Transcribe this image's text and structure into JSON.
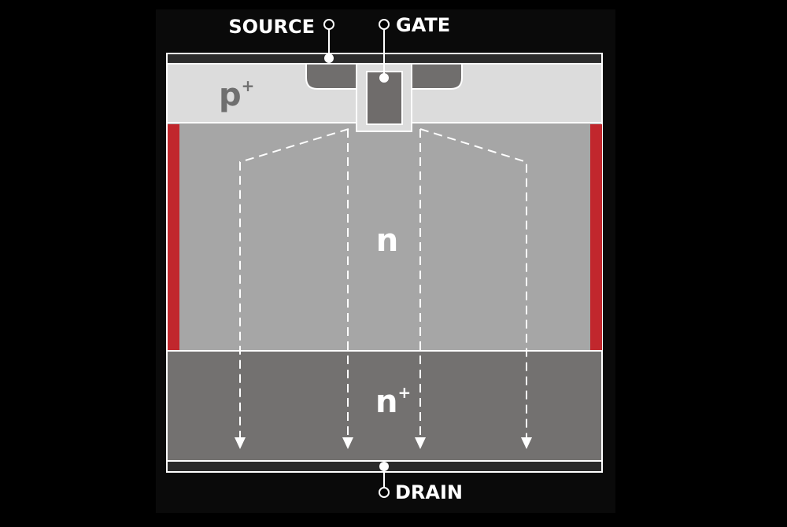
{
  "terminals": {
    "source": "SOURCE",
    "gate": "GATE",
    "drain": "DRAIN"
  },
  "regions": {
    "p_plus": {
      "base": "p",
      "sup": "+"
    },
    "n_drift": {
      "base": "n"
    },
    "n_plus": {
      "base": "n",
      "sup": "+"
    }
  },
  "colors": {
    "background": "#000000",
    "panel": "#0a0a0a",
    "metal": "#2b2b2b",
    "p_plus_region": "#dcdcdc",
    "n_region": "#a6a6a6",
    "n_plus_region": "#737170",
    "gate_region": "#6f6c6b",
    "edge_accent": "#c1272d",
    "lines": "#ffffff",
    "p_label": "#6f6f6f"
  }
}
